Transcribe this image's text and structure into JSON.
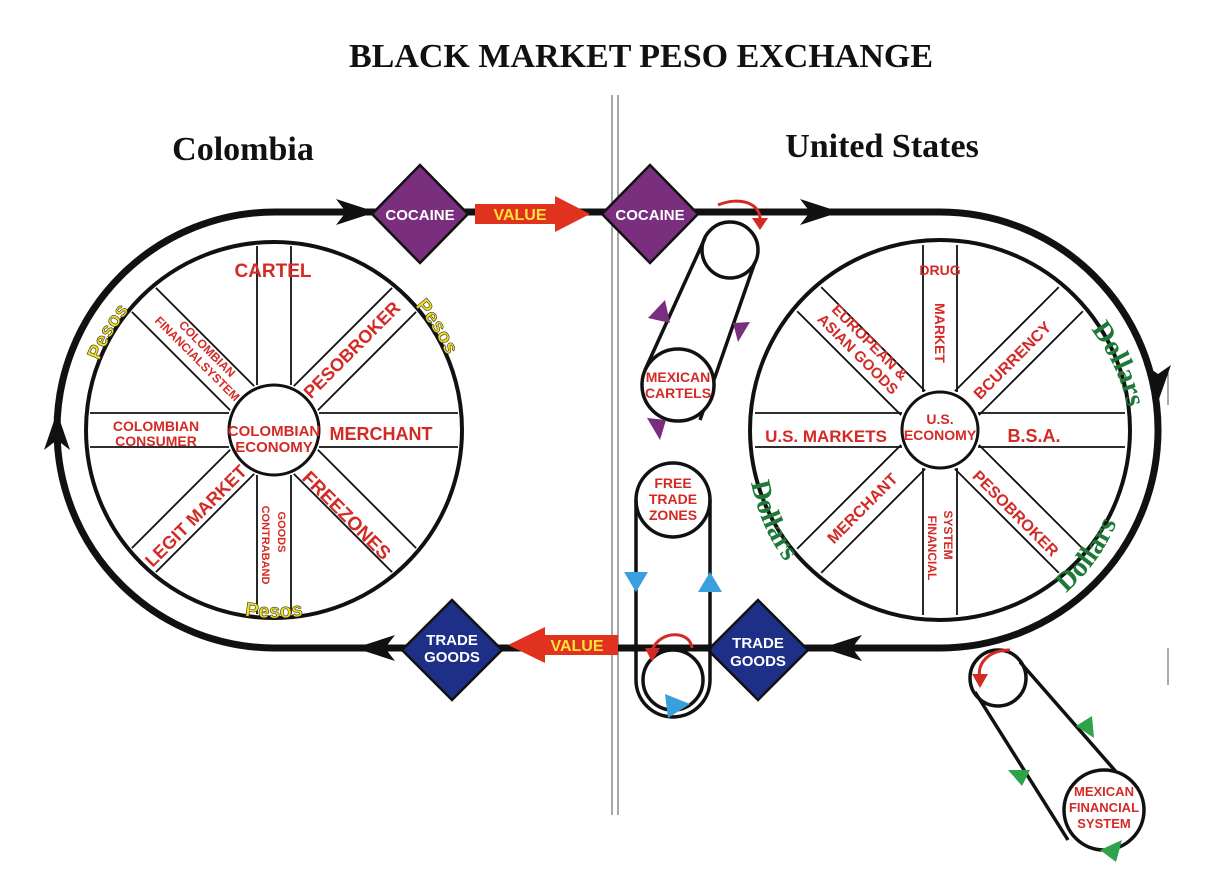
{
  "title": "BLACK MARKET PESO EXCHANGE",
  "regions": {
    "left": "Colombia",
    "right": "United States"
  },
  "flow_labels": {
    "cocaine": "COCAINE",
    "value": "VALUE",
    "trade_goods_line1": "TRADE",
    "trade_goods_line2": "GOODS"
  },
  "colombia_wheel": {
    "hub_line1": "COLOMBIAN",
    "hub_line2": "ECONOMY",
    "cartel": "CARTEL",
    "pesobroker": "PESOBROKER",
    "merchant": "MERCHANT",
    "freezones": "FREEZONES",
    "contraband": "CONTRABAND",
    "goods": "GOODS",
    "legit_market": "LEGIT MARKET",
    "consumer_line1": "COLOMBIAN",
    "consumer_line2": "CONSUMER",
    "fin_line1": "COLOMBIAN",
    "fin_line2": "FINANCIALSYSTEM",
    "rim_text": "Pesos"
  },
  "us_wheel": {
    "hub_line1": "U.S.",
    "hub_line2": "ECONOMY",
    "drug": "DRUG",
    "market": "MARKET",
    "bcurrency": "BCURRENCY",
    "bsa": "B.S.A.",
    "pesobroker": "PESOBROKER",
    "financial": "FINANCIAL",
    "system": "SYSTEM",
    "merchant": "MERCHANT",
    "us_markets": "U.S. MARKETS",
    "eu_line1": "EUROPEAN &",
    "eu_line2": "ASIAN GOODS",
    "rim_text": "Dollars"
  },
  "satellites": {
    "mexican_cartels_line1": "MEXICAN",
    "mexican_cartels_line2": "CARTELS",
    "free_trade_line1": "FREE",
    "free_trade_line2": "TRADE",
    "free_trade_line3": "ZONES",
    "mexfin_line1": "MEXICAN",
    "mexfin_line2": "FINANCIAL",
    "mexfin_line3": "SYSTEM"
  },
  "colors": {
    "spoke_text": "#d42a26",
    "cocaine_diamond": "#7a2f7e",
    "trade_diamond": "#1d2f86",
    "value_arrow": "#e0321e",
    "value_text": "#ffe23b",
    "pesos_text": "#f2e018",
    "dollars_text": "#1f7a3a",
    "purple_arrow": "#7a2f7e",
    "blue_arrow": "#3aa0dd",
    "green_arrow": "#2fa34a"
  }
}
